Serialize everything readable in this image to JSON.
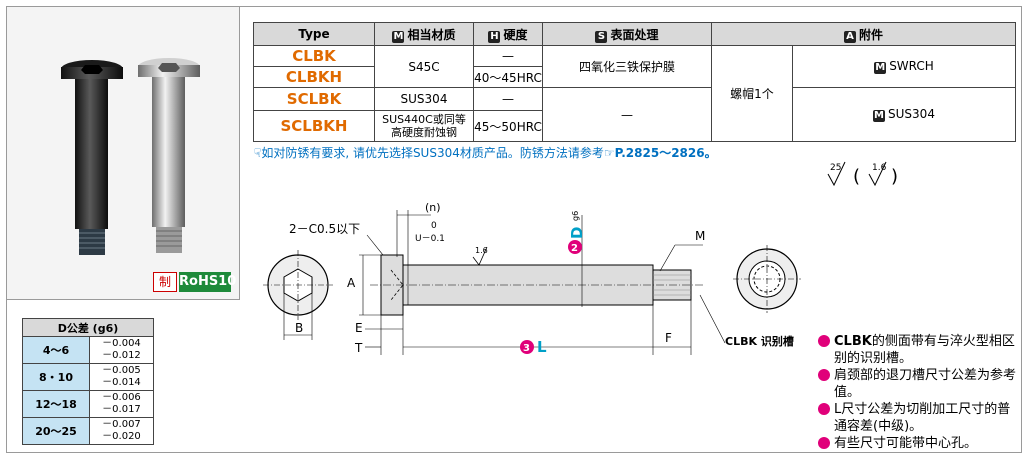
{
  "badges": {
    "sei": "制",
    "rohs": "RoHS10"
  },
  "spec_table": {
    "headers": {
      "type": "Type",
      "material_key": "M",
      "material": "相当材质",
      "hardness_key": "H",
      "hardness": "硬度",
      "surface_key": "S",
      "surface": "表面处理",
      "accessory_key": "A",
      "accessory": "附件"
    },
    "rows": {
      "clbk": "CLBK",
      "clbkh": "CLBKH",
      "sclbk": "SCLBK",
      "sclbkh": "SCLBKH",
      "mat_s45c": "S45C",
      "mat_sus304": "SUS304",
      "mat_sus440c_1": "SUS440C或同等",
      "mat_sus440c_2": "高硬度耐蚀钢",
      "dash": "—",
      "hrc_40_45": "40～45HRC",
      "hrc_45_50": "45～50HRC",
      "surface_oxide": "四氧化三铁保护膜",
      "surface_dash": "—",
      "accessory_nut": "螺帽1个",
      "acc_mat_key": "M",
      "acc_swrch": "SWRCH",
      "acc_sus304": "SUS304"
    }
  },
  "note": {
    "text": "如对防锈有要求, 请优先选择SUS304材质产品。防锈方法请参考",
    "ref": "P.2825～2826。"
  },
  "roughness": {
    "a": "25",
    "b": "1.6",
    "drawing_roughness": "1.6"
  },
  "drawing": {
    "chamfer": "2－C0.5以下",
    "n": "(n)",
    "tol_upper": "0",
    "tol_lower": "U－0.1",
    "d_num": "2",
    "d_label": "D",
    "d_sub": "g6",
    "m": "M",
    "a": "A",
    "b": "B",
    "e": "E",
    "t": "T",
    "l_num": "3",
    "l_label": "L",
    "f": "F",
    "groove": "CLBK 识别槽"
  },
  "tolerance_table": {
    "header": "D公差 (g6)",
    "rows": [
      {
        "range": "4～6",
        "upper": "－0.004",
        "lower": "－0.012"
      },
      {
        "range": "8・10",
        "upper": "－0.005",
        "lower": "－0.014"
      },
      {
        "range": "12～18",
        "upper": "－0.006",
        "lower": "－0.017"
      },
      {
        "range": "20～25",
        "upper": "－0.007",
        "lower": "－0.020"
      }
    ]
  },
  "notes": {
    "n1_b": "CLBK",
    "n1": "的侧面带有与淬火型相区别的识别槽。",
    "n2": "肩颈部的退刀槽尺寸公差为参考值。",
    "n3": "L尺寸公差为切削加工尺寸的普通容差(中级)。",
    "n4": "有些尺寸可能带中心孔。"
  }
}
